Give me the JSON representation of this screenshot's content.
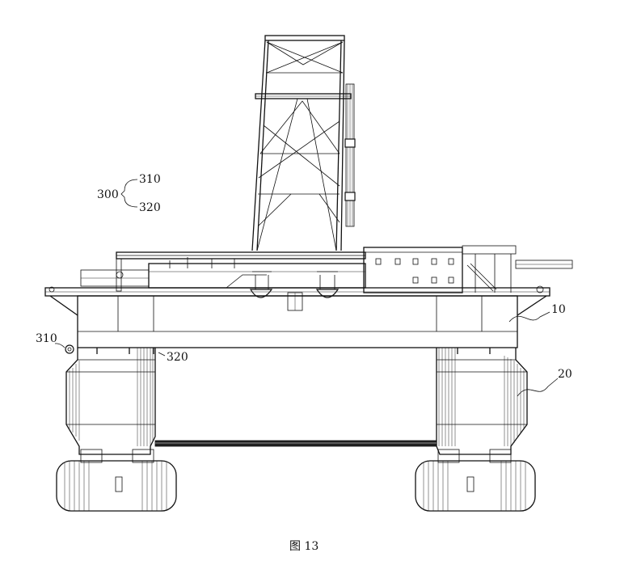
{
  "labels": {
    "group": "300",
    "sub_a": "310",
    "sub_b": "320",
    "left_a": "310",
    "left_b": "320",
    "deck": "10",
    "column": "20"
  },
  "caption": "图 13"
}
